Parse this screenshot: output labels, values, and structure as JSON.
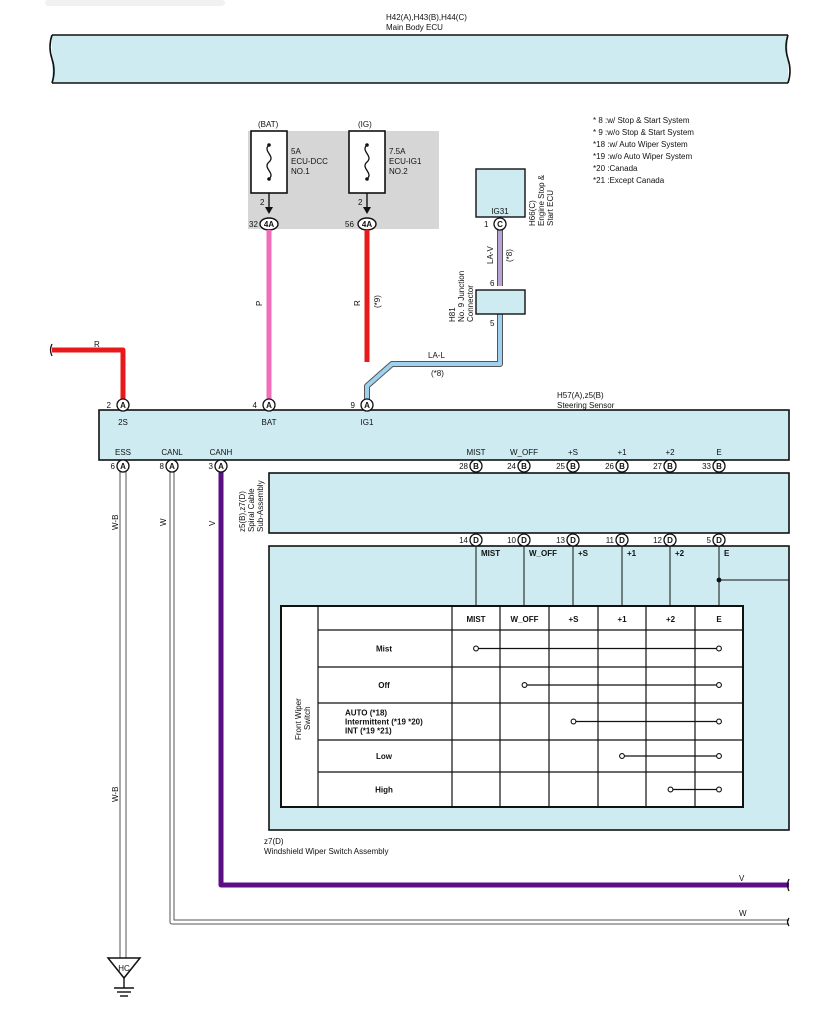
{
  "colors": {
    "ecu_fill": "#cdebf1",
    "fuse_box_fill": "#d6d6d6",
    "wire_red": "#e8191a",
    "wire_pink": "#f06eb9",
    "wire_violet": "#5a0f83",
    "wire_lav_light": "#b9a3d6",
    "wire_lal_blue": "#9ed1ef",
    "wire_white": "#ffffff",
    "wire_wb": "#ffffff"
  },
  "main_body_ecu": {
    "code": "H42(A),H43(B),H44(C)",
    "name": "Main Body ECU"
  },
  "notes": [
    "* 8 :w/ Stop & Start System",
    "* 9 :w/o Stop & Start System",
    "*18 :w/ Auto Wiper System",
    "*19 :w/o Auto Wiper System",
    "*20 :Canada",
    "*21 :Except Canada"
  ],
  "fuses": [
    {
      "supply": "(BAT)",
      "amp": "5A",
      "name1": "ECU-DCC",
      "name2": "NO.1",
      "pin_top": "2",
      "pin": "32",
      "conn": "4A"
    },
    {
      "supply": "(IG)",
      "amp": "7.5A",
      "name1": "ECU-IG1",
      "name2": "NO.2",
      "pin_top": "2",
      "pin": "56",
      "conn": "4A"
    }
  ],
  "stop_start_ecu": {
    "code": "H66(C)",
    "name1": "Engine Stop &",
    "name2": "Start ECU",
    "terminal": "IG31",
    "pin": "1",
    "conn": "C"
  },
  "junction": {
    "code": "H81",
    "name1": "No. 9 Junction",
    "name2": "Connector",
    "pin_top": "6",
    "pin_bottom": "5"
  },
  "wire_labels": {
    "lav": "LA-V",
    "lav_note": "(*8)",
    "lal": "LA-L",
    "lal_note": "(*8)",
    "r_left": "R",
    "p": "P",
    "r_ig": "R",
    "r_ig_note": "(*9)",
    "wb1": "W-B",
    "wb2": "W-B",
    "w": "W",
    "v": "V",
    "v_right": "V",
    "w_right": "W"
  },
  "steering_sensor": {
    "code": "H57(A),z5(B)",
    "name": "Steering Sensor",
    "top_pins": [
      {
        "pin": "2",
        "conn": "A",
        "label": "2S"
      },
      {
        "pin": "4",
        "conn": "A",
        "label": "BAT"
      },
      {
        "pin": "9",
        "conn": "A",
        "label": "IG1"
      }
    ],
    "bottom_left_pins": [
      {
        "pin": "6",
        "conn": "A",
        "label": "ESS"
      },
      {
        "pin": "8",
        "conn": "A",
        "label": "CANL"
      },
      {
        "pin": "3",
        "conn": "A",
        "label": "CANH"
      }
    ],
    "bottom_right_pins": [
      {
        "pin": "28",
        "conn": "B",
        "label": "MIST"
      },
      {
        "pin": "24",
        "conn": "B",
        "label": "W_OFF"
      },
      {
        "pin": "25",
        "conn": "B",
        "label": "+S"
      },
      {
        "pin": "26",
        "conn": "B",
        "label": "+1"
      },
      {
        "pin": "27",
        "conn": "B",
        "label": "+2"
      },
      {
        "pin": "33",
        "conn": "B",
        "label": "E"
      }
    ]
  },
  "spiral_cable": {
    "code": "z5(B),z7(D)",
    "name1": "Spiral Cable",
    "name2": "Sub-Assembly"
  },
  "wiper_switch": {
    "code": "z7(D)",
    "name": "Windshield Wiper Switch Assembly",
    "pins": [
      {
        "pin": "14",
        "conn": "D",
        "label": "MIST"
      },
      {
        "pin": "10",
        "conn": "D",
        "label": "W_OFF"
      },
      {
        "pin": "13",
        "conn": "D",
        "label": "+S"
      },
      {
        "pin": "11",
        "conn": "D",
        "label": "+1"
      },
      {
        "pin": "12",
        "conn": "D",
        "label": "+2"
      },
      {
        "pin": "5",
        "conn": "D",
        "label": "E"
      }
    ],
    "table_side_label1": "Front Wiper",
    "table_side_label2": "Switch",
    "columns": [
      "MIST",
      "W_OFF",
      "+S",
      "+1",
      "+2",
      "E"
    ],
    "rows": [
      {
        "lines": [
          "Mist"
        ],
        "from": 0
      },
      {
        "lines": [
          "Off"
        ],
        "from": 1
      },
      {
        "lines": [
          "AUTO (*18)",
          "Intermittent (*19 *20)",
          "INT (*19 *21)"
        ],
        "from": 2
      },
      {
        "lines": [
          "Low"
        ],
        "from": 3
      },
      {
        "lines": [
          "High"
        ],
        "from": 4
      }
    ]
  },
  "ground": {
    "label": "HC"
  }
}
